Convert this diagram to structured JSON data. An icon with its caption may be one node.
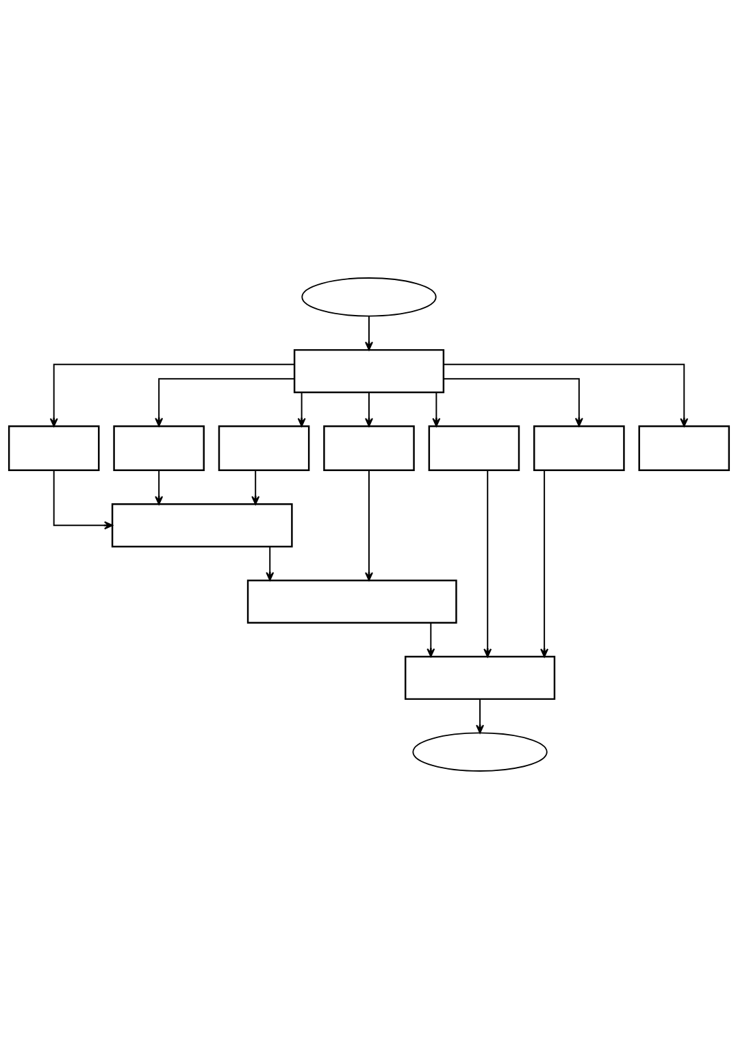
{
  "diagram": {
    "nodes": [
      {
        "text": [],
        "shape": "ellipse"
      },
      {
        "text": [],
        "shape": "box"
      },
      {
        "text": [],
        "shape": "box"
      },
      {
        "text": [],
        "shape": "box"
      },
      {
        "text": [],
        "shape": "box"
      },
      {
        "text": [],
        "shape": "box"
      },
      {
        "text": [],
        "shape": "box"
      },
      {
        "text": [],
        "shape": "box"
      },
      {
        "text": [],
        "shape": "box"
      },
      {
        "text": [],
        "shape": "box"
      },
      {
        "text": [],
        "shape": "box"
      },
      {
        "text": [],
        "shape": "box"
      },
      {
        "text": [],
        "shape": "ellipse"
      }
    ],
    "edges": [
      {
        "from": 0,
        "to": 1,
        "arrow": "to"
      },
      {
        "from": 1,
        "to": 2,
        "arrow": "to"
      },
      {
        "from": 1,
        "to": 3,
        "arrow": "to"
      },
      {
        "from": 1,
        "to": 4,
        "arrow": "to"
      },
      {
        "from": 1,
        "to": 5,
        "arrow": "to"
      },
      {
        "from": 1,
        "to": 6,
        "arrow": "to"
      },
      {
        "from": 1,
        "to": 7,
        "arrow": "to"
      },
      {
        "from": 1,
        "to": 8,
        "arrow": "to"
      },
      {
        "from": 2,
        "to": 9,
        "arrow": "to"
      },
      {
        "from": 3,
        "to": 9,
        "arrow": "to"
      },
      {
        "from": 4,
        "to": 9,
        "arrow": "to"
      },
      {
        "from": 9,
        "to": 10,
        "arrow": "to"
      },
      {
        "from": 5,
        "to": 10,
        "arrow": "to"
      },
      {
        "from": 10,
        "to": 11,
        "arrow": "to"
      },
      {
        "from": 6,
        "to": 11,
        "arrow": "to"
      },
      {
        "from": 7,
        "to": 11,
        "arrow": "to"
      },
      {
        "from": 11,
        "to": 12,
        "arrow": "to"
      }
    ]
  }
}
